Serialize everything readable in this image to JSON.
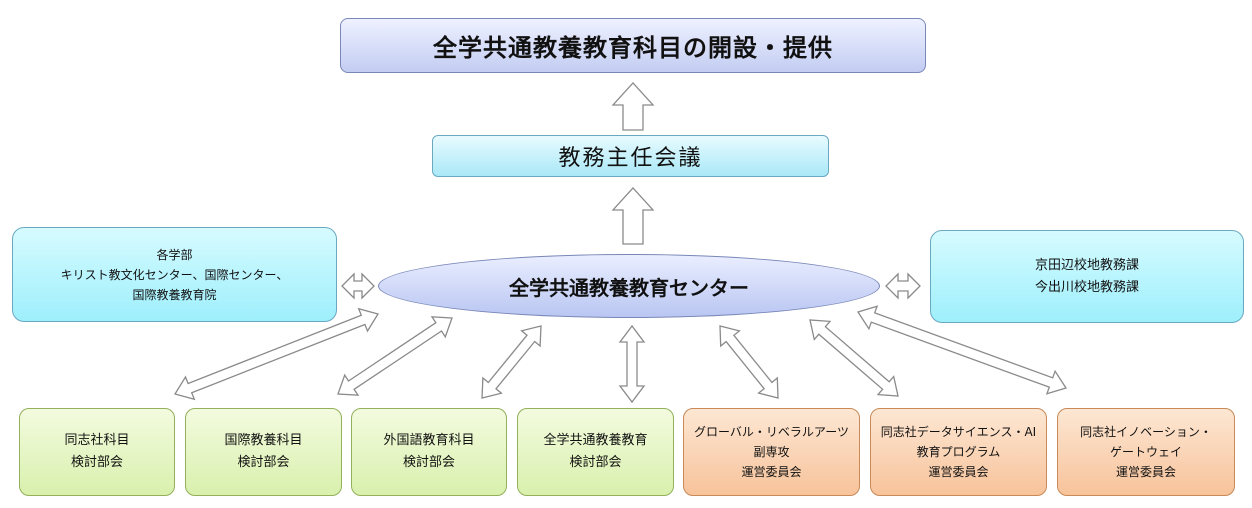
{
  "top_box": {
    "label": "全学共通教養教育科目の開設・提供"
  },
  "mid_box": {
    "label": "教務主任会議"
  },
  "center": {
    "label": "全学共通教養教育センター"
  },
  "left_box": {
    "lines": [
      "各学部",
      "キリスト教文化センター、国際センター、",
      "国際教養教育院"
    ]
  },
  "right_box": {
    "lines": [
      "京田辺校地教務課",
      "今出川校地教務課"
    ]
  },
  "bottom_boxes": [
    {
      "lines": [
        "同志社科目",
        "検討部会"
      ],
      "color": "#d9f0ad"
    },
    {
      "lines": [
        "国際教養科目",
        "検討部会"
      ],
      "color": "#d9f0ad"
    },
    {
      "lines": [
        "外国語教育科目",
        "検討部会"
      ],
      "color": "#d9f0ad"
    },
    {
      "lines": [
        "全学共通教養教育",
        "検討部会"
      ],
      "color": "#d9f0ad"
    },
    {
      "lines": [
        "グローバル・リベラルアーツ",
        "副専攻",
        "運営委員会"
      ],
      "color": "#f7c39b"
    },
    {
      "lines": [
        "同志社データサイエンス・AI",
        "教育プログラム",
        "運営委員会"
      ],
      "color": "#f7c39b"
    },
    {
      "lines": [
        "同志社イノベーション・",
        "ゲートウェイ",
        "運営委員会"
      ],
      "color": "#f7c39b"
    }
  ]
}
